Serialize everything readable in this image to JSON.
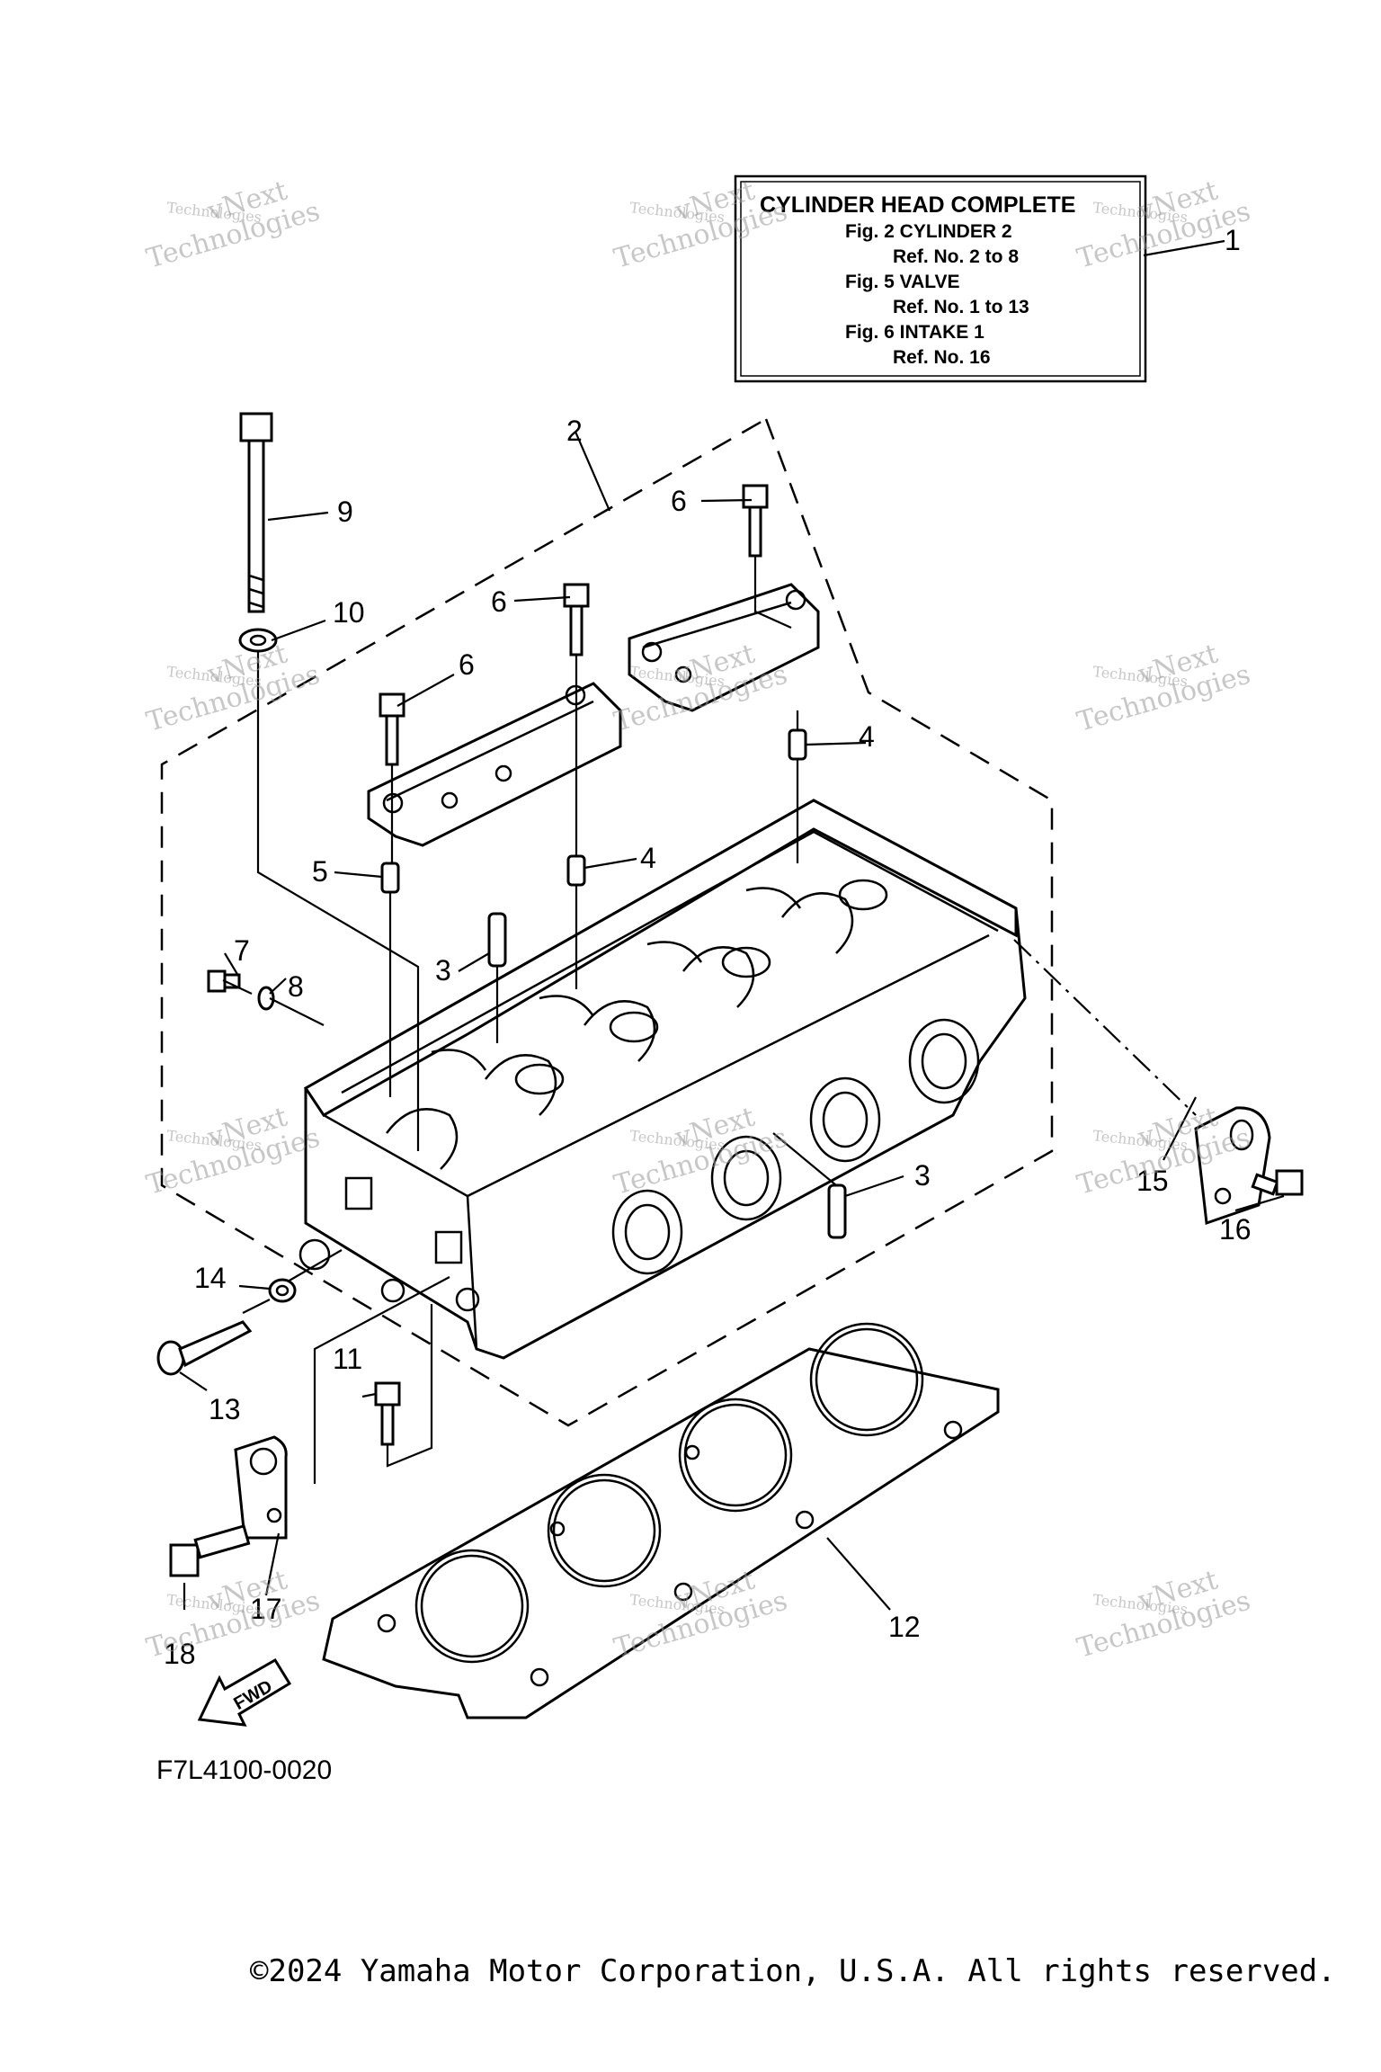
{
  "info_box": {
    "title": "CYLINDER HEAD COMPLETE",
    "lines": [
      {
        "text": "Fig.  2  CYLINDER 2"
      },
      {
        "text": "Ref. No. 2 to 8"
      },
      {
        "text": "Fig.  5  VALVE"
      },
      {
        "text": "Ref. No. 1 to 13"
      },
      {
        "text": "Fig.  6  INTAKE 1"
      },
      {
        "text": "Ref. No. 16"
      }
    ]
  },
  "callouts": [
    {
      "id": "1",
      "label": "1"
    },
    {
      "id": "2",
      "label": "2"
    },
    {
      "id": "3a",
      "label": "3"
    },
    {
      "id": "3b",
      "label": "3"
    },
    {
      "id": "4a",
      "label": "4"
    },
    {
      "id": "4b",
      "label": "4"
    },
    {
      "id": "5",
      "label": "5"
    },
    {
      "id": "6a",
      "label": "6"
    },
    {
      "id": "6b",
      "label": "6"
    },
    {
      "id": "6c",
      "label": "6"
    },
    {
      "id": "7",
      "label": "7"
    },
    {
      "id": "8",
      "label": "8"
    },
    {
      "id": "9",
      "label": "9"
    },
    {
      "id": "10",
      "label": "10"
    },
    {
      "id": "11",
      "label": "11"
    },
    {
      "id": "12",
      "label": "12"
    },
    {
      "id": "13",
      "label": "13"
    },
    {
      "id": "14",
      "label": "14"
    },
    {
      "id": "15",
      "label": "15"
    },
    {
      "id": "16",
      "label": "16"
    },
    {
      "id": "17",
      "label": "17"
    },
    {
      "id": "18",
      "label": "18"
    }
  ],
  "fwd_label": "FWD",
  "figure_code": "F7L4100-0020",
  "watermark": {
    "line1": "vNext",
    "line2": "Technologies"
  },
  "copyright": "©2024 Yamaha Motor Corporation, U.S.A. All rights reserved."
}
